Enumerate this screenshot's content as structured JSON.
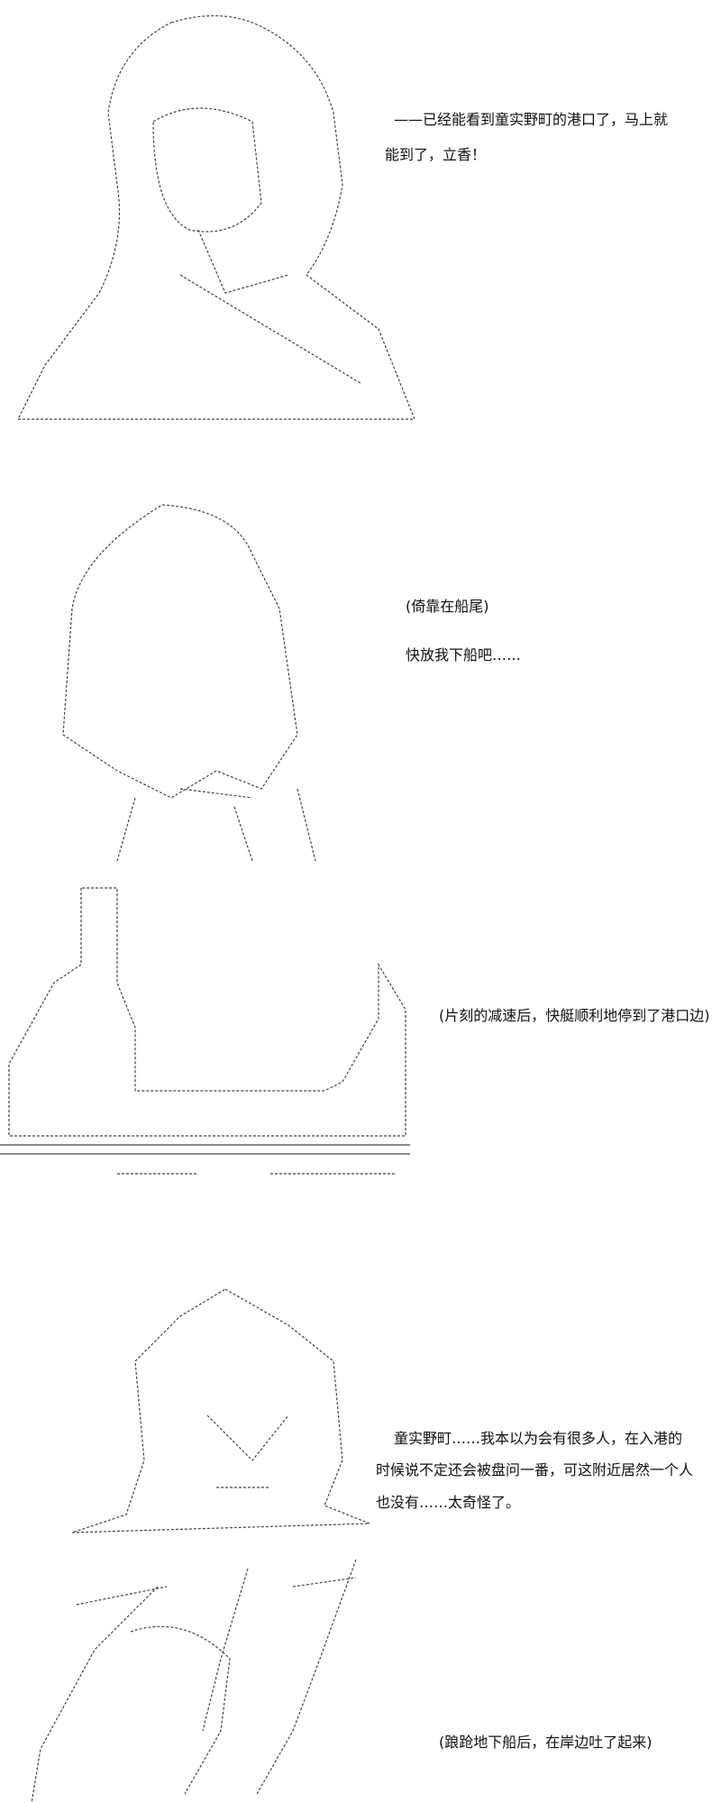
{
  "panels": [
    {
      "lines": [
        "——已经能看到童实野町的港口了，马上就",
        "能到了，立香！"
      ]
    },
    {
      "lines": [
        "(倚靠在船尾)",
        "快放我下船吧……"
      ]
    },
    {
      "lines": [
        "(片刻的减速后，快艇顺利地停到了港口边)"
      ]
    },
    {
      "lines": [
        "童实野町……我本以为会有很多人，在入港的",
        "时候说不定还会被盘问一番，可这附近居然一个人",
        "也没有……太奇怪了。"
      ]
    },
    {
      "lines": [
        "(踉跄地下船后，在岸边吐了起来)"
      ]
    }
  ]
}
